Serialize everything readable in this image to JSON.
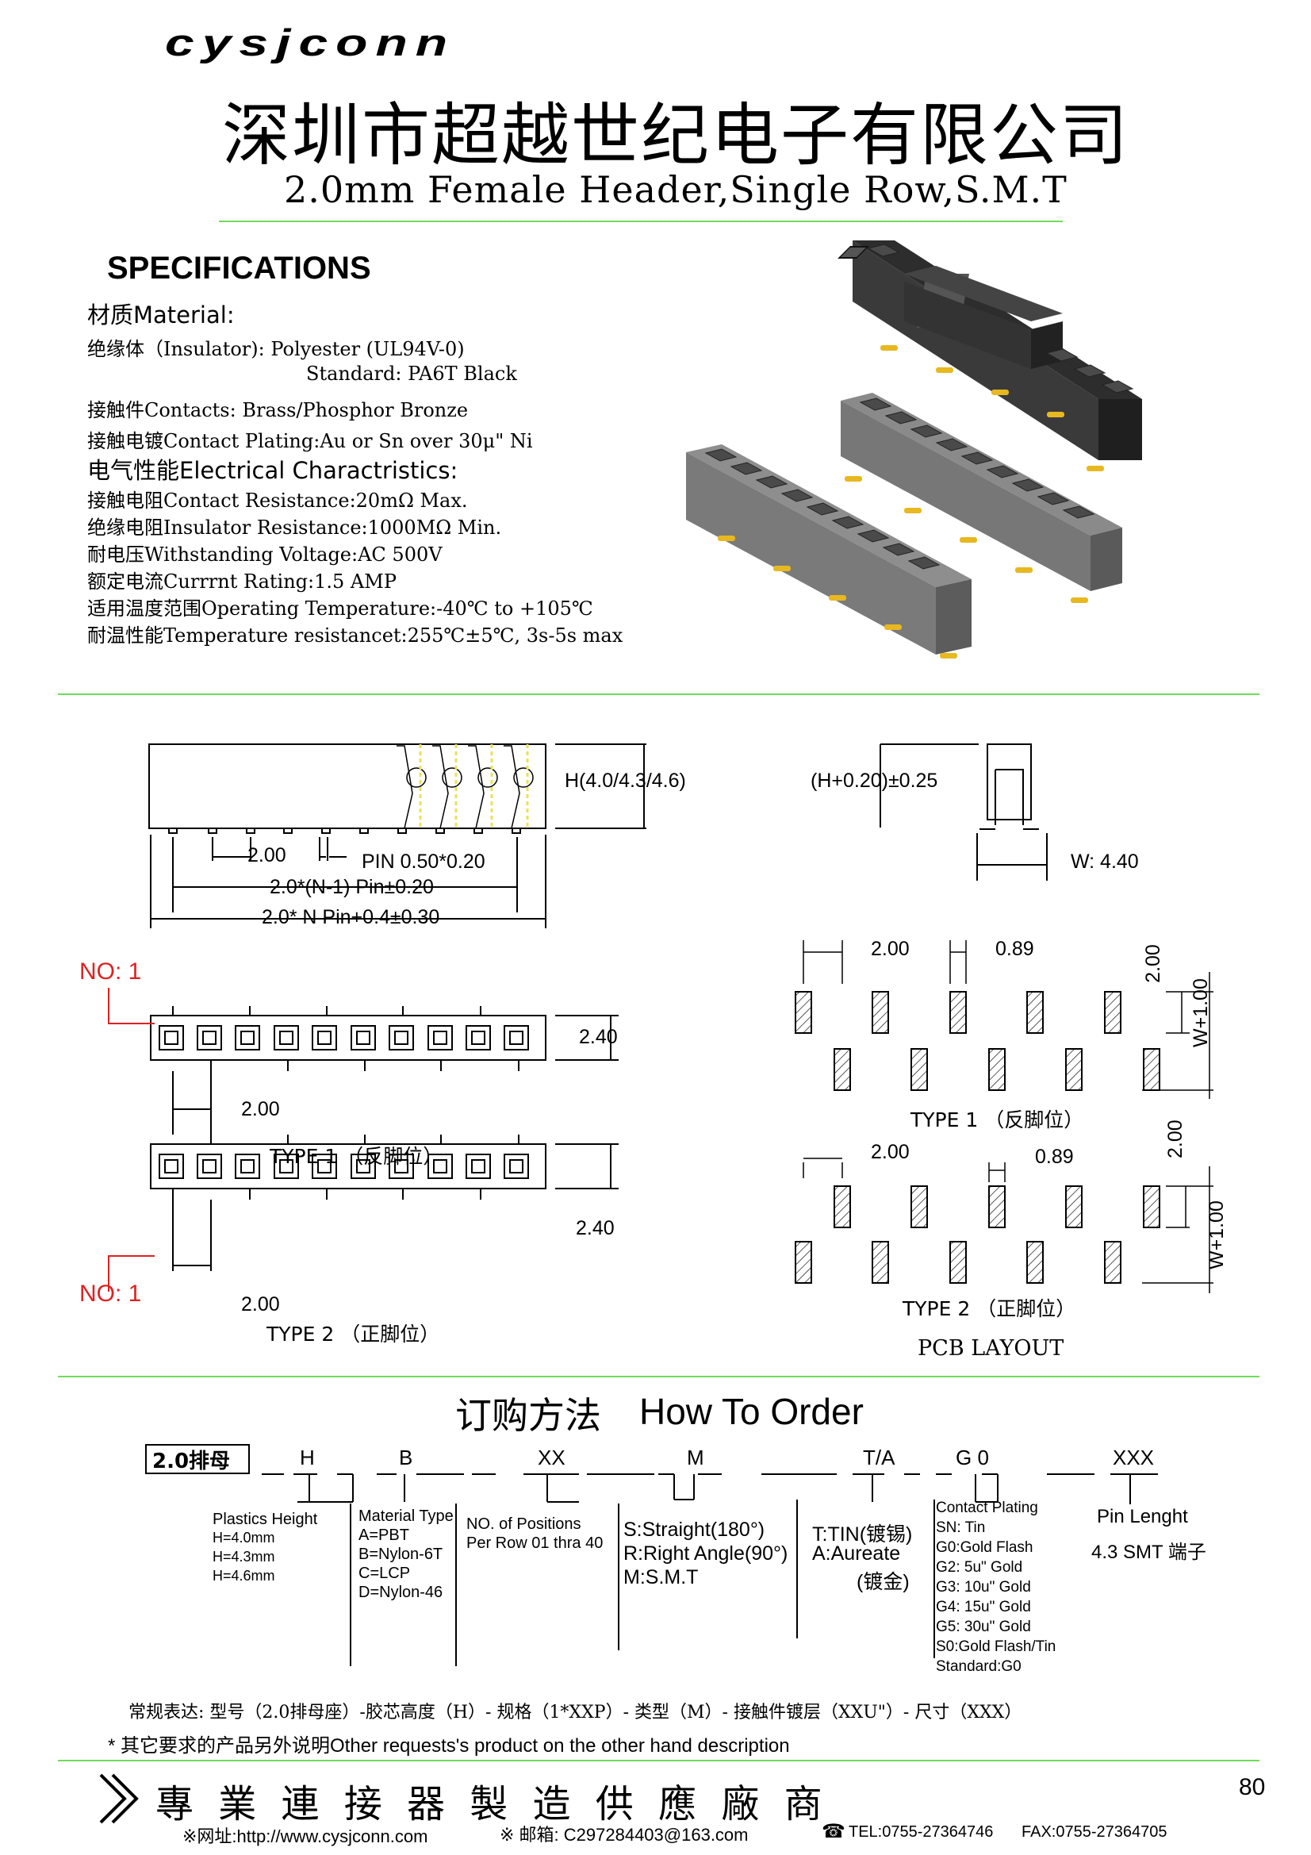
{
  "header": {
    "logo": "cysjconn",
    "company": "深圳市超越世纪电子有限公司",
    "subtitle": "2.0mm Female Header,Single Row,S.M.T"
  },
  "specs": {
    "title": "SPECIFICATIONS",
    "material_head": "材质Material:",
    "insulator": "绝缘体（Insulator):  Polyester (UL94V-0)",
    "standard": "Standard: PA6T Black",
    "contacts": "接触件Contacts: Brass/Phosphor Bronze",
    "plating": "接触电镀Contact Plating:Au or Sn over 30μ\" Ni",
    "electrical_head": "电气性能Electrical Charactristics:",
    "resistance": "接触电阻Contact Resistance:20mΩ Max.",
    "insulation": "绝缘电阻Insulator Resistance:1000MΩ Min.",
    "voltage": "耐电压Withstanding Voltage:AC 500V",
    "current": "额定电流Currrnt Rating:1.5 AMP",
    "temp": "适用温度范围Operating Temperature:-40℃ to +105℃",
    "temp_res": "耐温性能Temperature resistancet:255℃±5℃, 3s-5s max"
  },
  "drawing": {
    "height": "H(4.0/4.3/4.6)",
    "side_height": "(H+0.20)±0.25",
    "w": "W: 4.40",
    "pitch": "2.00",
    "pin": "PIN 0.50*0.20",
    "n1": "2.0*(N-1) Pin±0.20",
    "n": "2.0* N Pin+0.4±0.30",
    "no1": "NO: 1",
    "width": "2.40",
    "pitch2": "2.00",
    "type1": "TYPE 1 （反脚位）",
    "type2": "TYPE 2 （正脚位）",
    "pcb_pitch": "2.00",
    "pcb_pad": "0.89",
    "pcb_row": "2.00",
    "pcb_w": "W+1.00",
    "pcb_type1": "TYPE 1 （反脚位）",
    "pcb_type2": "TYPE 2 （正脚位）",
    "pcb_layout": "PCB LAYOUT"
  },
  "order": {
    "title_cn": "订购方法",
    "title_en": "How To Order",
    "code": "2.0排母",
    "f_h": "H",
    "f_b": "B",
    "f_xx": "XX",
    "f_m": "M",
    "f_ta": "T/A",
    "f_g0": "G 0",
    "f_xxx": "XXX",
    "ph_title": "Plastics Height",
    "ph_1": "H=4.0mm",
    "ph_2": "H=4.3mm",
    "ph_3": "H=4.6mm",
    "mt_title": "Material Type",
    "mt_1": "A=PBT",
    "mt_2": "B=Nylon-6T",
    "mt_3": "C=LCP",
    "mt_4": "D=Nylon-46",
    "np_1": "NO. of Positions",
    "np_2": "Per Row  01 thra 40",
    "st_1": "S:Straight(180°)",
    "st_2": "R:Right Angle(90°)",
    "st_3": "M:S.M.T",
    "tt_1": "T:TIN(镀锡)",
    "tt_2": "A:Aureate",
    "tt_3": "(镀金)",
    "cp_title": "Contact Plating",
    "cp_1": "SN: Tin",
    "cp_2": "G0:Gold Flash",
    "cp_3": "G2:  5u\" Gold",
    "cp_4": "G3: 10u\" Gold",
    "cp_5": "G4: 15u\" Gold",
    "cp_6": "G5: 30u\" Gold",
    "cp_7": "S0:Gold Flash/Tin",
    "cp_8": "Standard:G0",
    "pl_1": "Pin Lenght",
    "pl_2": "4.3 SMT 端子",
    "expr": "常规表达: 型号（2.0排母座）-胶芯高度（H）- 规格（1*XXP）- 类型（M）- 接触件镀层（XXU\"）- 尺寸（XXX）",
    "other": "* 其它要求的产品另外说明Other requests's product on the other hand description"
  },
  "footer": {
    "slogan": "專 業 連 接 器 製 造 供 應 廠 商",
    "page": "80",
    "web": "※网址:http://www.cysjconn.com",
    "mail": "※ 邮箱: C297284403@163.com",
    "tel": "TEL:0755-27364746",
    "fax": "FAX:0755-27364705"
  }
}
